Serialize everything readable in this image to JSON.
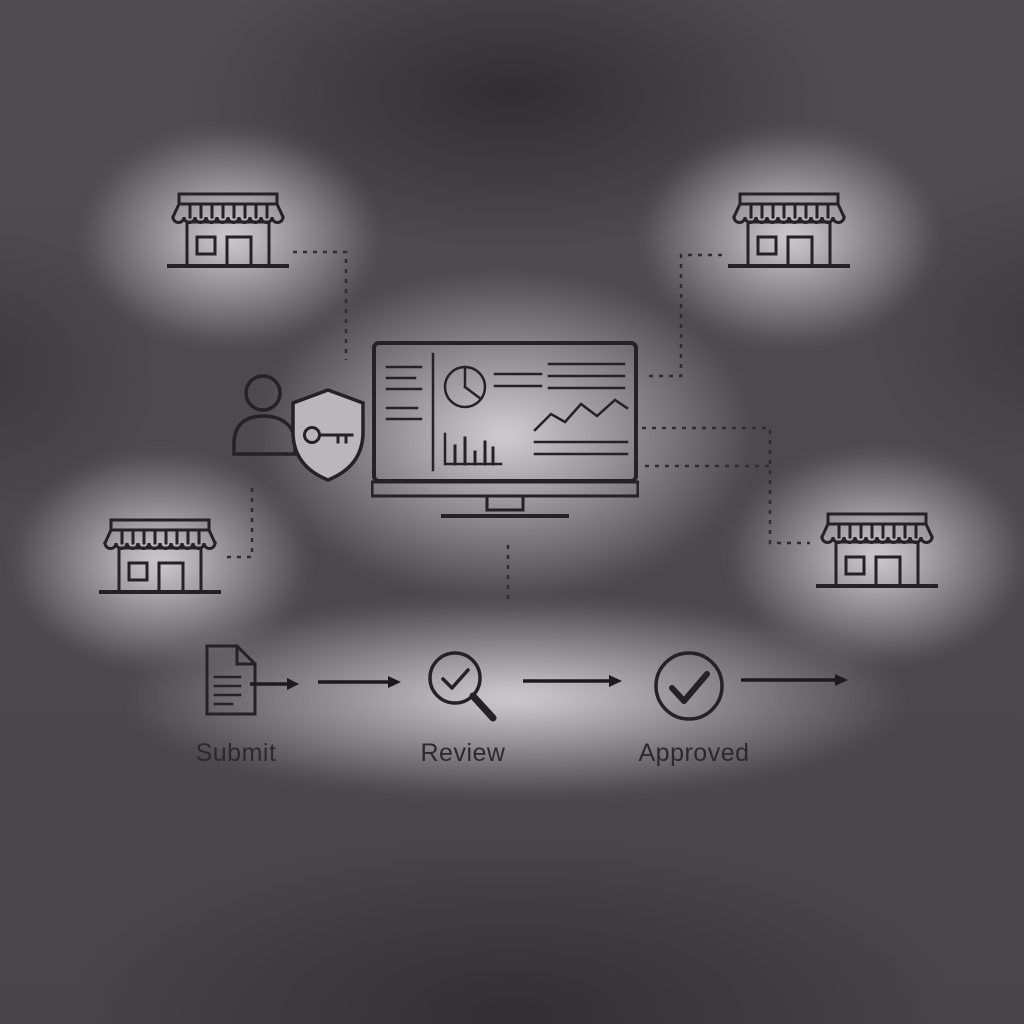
{
  "diagram": {
    "type": "flow-diagram",
    "scene": "multi-store-dashboard-with-approval-workflow",
    "colors": {
      "icon_stroke": "#242224",
      "background": "#4a484a",
      "glow": "#c9c7c9",
      "label_text": "#2b292b"
    },
    "network": {
      "hub": {
        "icon": "dashboard-monitor-icon"
      },
      "admin": {
        "icon": "user-shield-key-icon"
      },
      "stores": [
        {
          "position": "top-left",
          "icon": "storefront-icon"
        },
        {
          "position": "top-right",
          "icon": "storefront-icon"
        },
        {
          "position": "bottom-left",
          "icon": "storefront-icon"
        },
        {
          "position": "bottom-right",
          "icon": "storefront-icon"
        }
      ],
      "connector_style": "dashed"
    },
    "workflow": {
      "steps": [
        {
          "label": "Submit",
          "icon": "document-icon"
        },
        {
          "label": "Review",
          "icon": "magnifier-check-icon"
        },
        {
          "label": "Approved",
          "icon": "circle-check-icon"
        }
      ]
    }
  }
}
